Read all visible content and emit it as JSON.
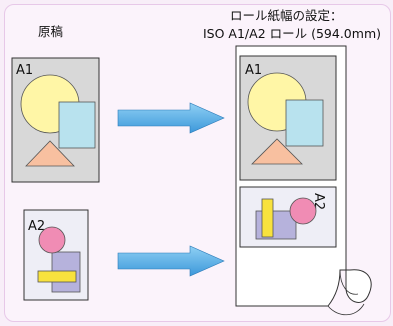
{
  "labels": {
    "original": "原稿",
    "roll_width_setting": "ロール紙幅の設定：",
    "roll_width_value": "ISO A1/A2 ロール (594.0mm)"
  },
  "sheets": {
    "a1": "A1",
    "a2": "A2",
    "roll_a1": "A1",
    "roll_a2": "A2"
  },
  "colors": {
    "background": "#fbf3fb",
    "sheet_gray": "#d8d8d8",
    "sheet_light": "#eeeef6",
    "circle_yellow": "#fff6a6",
    "rect_blue": "#b8e2ee",
    "triangle_orange": "#f8c0a0",
    "circle_pink": "#f08cb4",
    "rect_purple": "#b6b2dc",
    "bar_yellow": "#f8e23e",
    "arrow_blue": "#52a8e4"
  }
}
